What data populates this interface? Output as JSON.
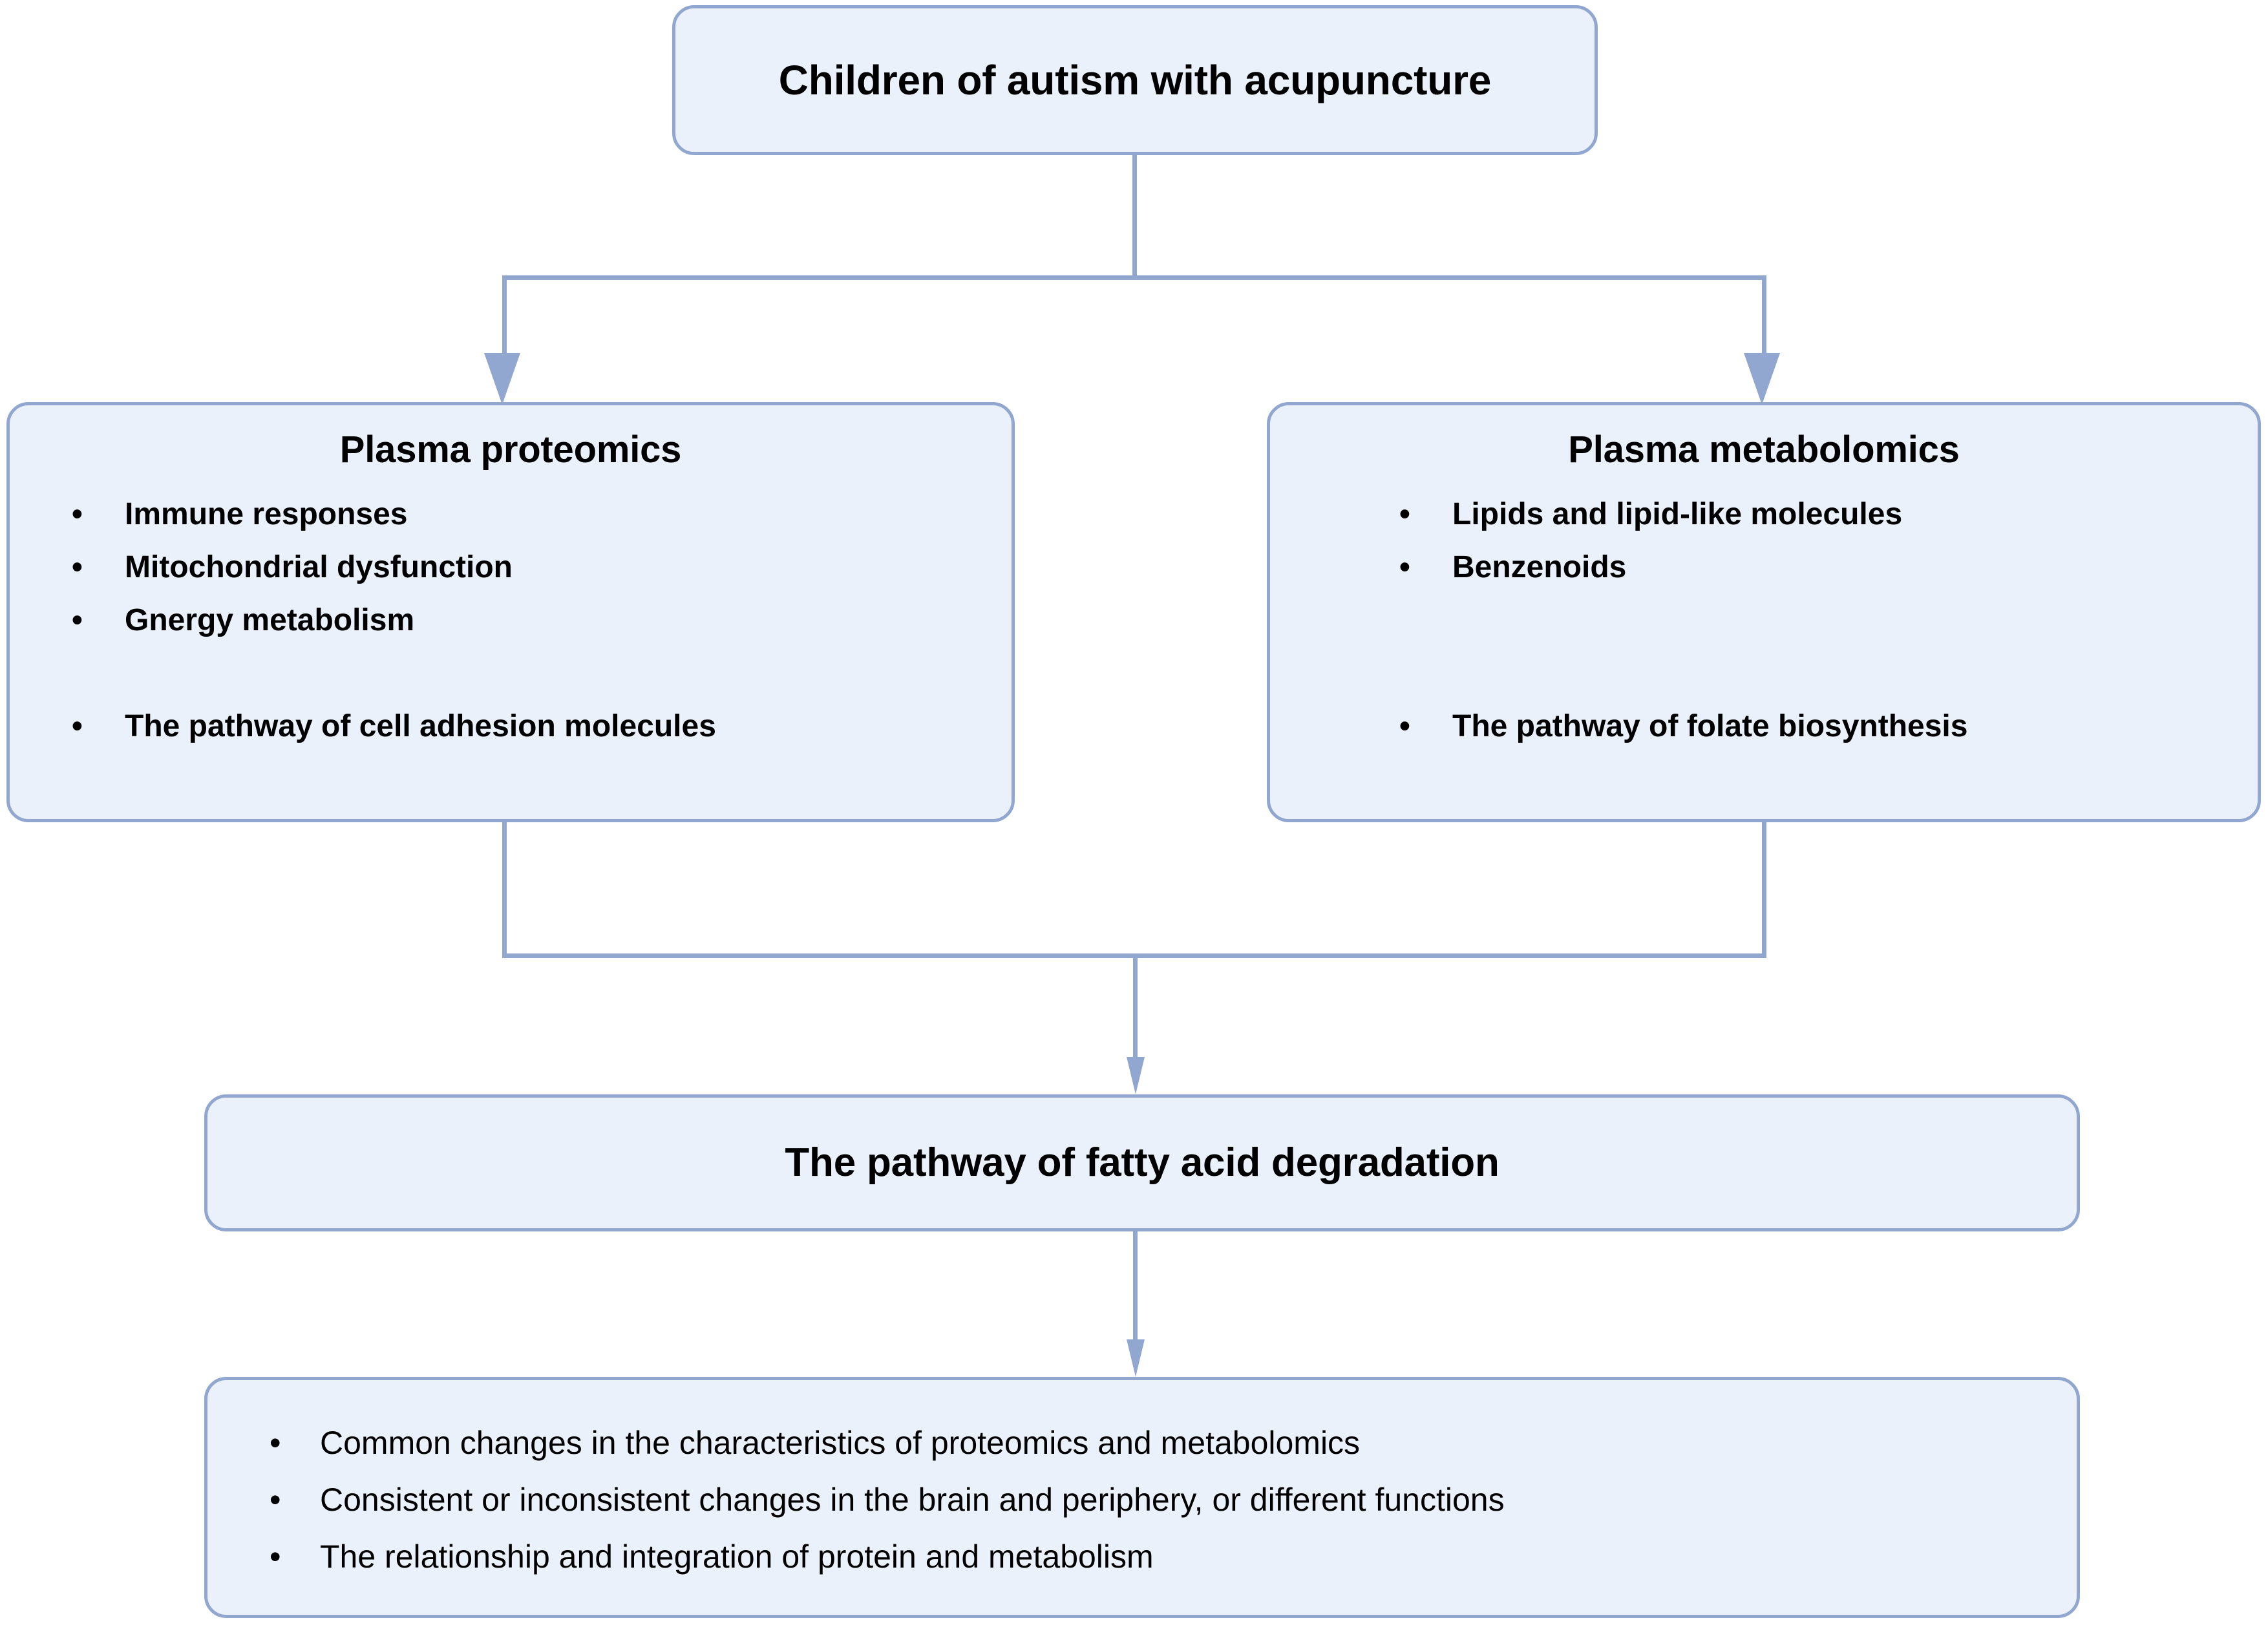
{
  "diagram": {
    "title": "Children of autism with acupuncture study design flowchart",
    "colors": {
      "box_fill": "#eaf1fa",
      "box_border": "#91a7d0",
      "connector": "#91a7d0",
      "text": "#000000",
      "background": "#ffffff"
    }
  },
  "nodes": {
    "root": {
      "label": "Children of autism with acupuncture"
    },
    "proteomics": {
      "title": "Plasma proteomics",
      "bullets": [
        "Immune responses",
        "Mitochondrial dysfunction",
        "Gnergy metabolism",
        "",
        "The pathway of cell adhesion molecules"
      ]
    },
    "metabolomics": {
      "title": "Plasma metabolomics",
      "bullets": [
        "Lipids and lipid-like molecules",
        "Benzenoids",
        "",
        "",
        "The pathway of folate biosynthesis"
      ]
    },
    "fatty_acid": {
      "label": "The pathway of fatty acid degradation"
    },
    "summary": {
      "bullets": [
        "Common changes in the characteristics of proteomics and metabolomics",
        "Consistent or inconsistent changes in the brain and periphery, or different functions",
        "The relationship and integration of protein and metabolism"
      ]
    }
  },
  "bullet_glyph": "•",
  "edges": [
    {
      "from": "root",
      "to": "proteomics"
    },
    {
      "from": "root",
      "to": "metabolomics"
    },
    {
      "from": "proteomics",
      "to": "fatty_acid"
    },
    {
      "from": "metabolomics",
      "to": "fatty_acid"
    },
    {
      "from": "fatty_acid",
      "to": "summary"
    }
  ]
}
